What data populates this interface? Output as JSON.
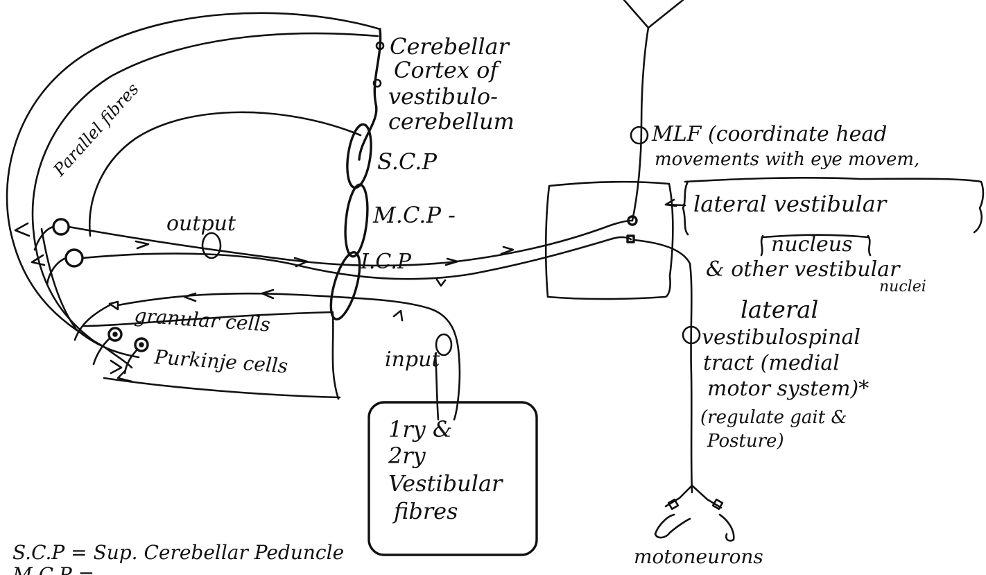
{
  "labels": {
    "cerebellar_cortex": [
      "Cerebellar",
      "Cortex of",
      "vestibulo-",
      "cerebellum"
    ],
    "scp": "S.C.P",
    "mcp": "M.C.P -",
    "icp": "I.C.P",
    "parallel_fibres": "Parallel fibres",
    "output": "output",
    "input": "input",
    "granular_cells": "granular cells",
    "purkinje_cells": "Purkinje cells",
    "input_box": [
      "1ry & ",
      "2ry",
      "Vestibular",
      "fibres"
    ],
    "mlf": [
      "MLF (coordinate head",
      "movements with eye movem,"
    ],
    "lateral_vestibular_nucleus": [
      "lateral vestibular",
      "nucleus"
    ],
    "other_nuclei": [
      "& other vestibular",
      "nuclei"
    ],
    "tract": [
      "lateral",
      "vestibulospinal",
      "tract (medial",
      "motor system)*",
      "(regulate gait &",
      "Posture)"
    ],
    "motoneurons": "motoneurons",
    "legend": [
      "S.C.P = Sup. Cerebellar Peduncle",
      "M.C.P ="
    ]
  }
}
